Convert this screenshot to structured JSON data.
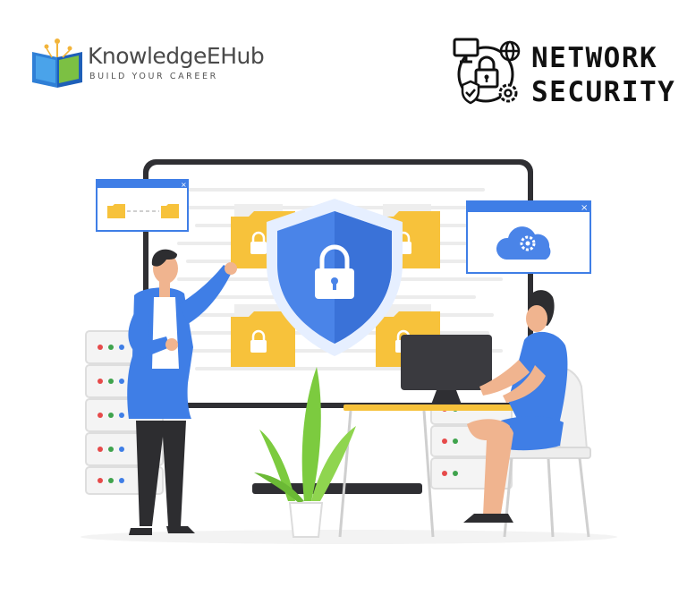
{
  "brand": {
    "name": "KnowledgeEHub",
    "tagline": "BUILD YOUR CAREER"
  },
  "topic": {
    "line1": "NETWORK",
    "line2": "SECURITY"
  },
  "colors": {
    "primary_blue": "#3f7ee6",
    "folder_yellow": "#f7c23b",
    "shield_blue": "#4a84e8",
    "plant_green": "#7ccb3f",
    "dark_text": "#111111",
    "skin": "#f0b48f"
  },
  "icons": [
    "logo-book-icon",
    "monitor-icon",
    "globe-icon",
    "padlock-icon",
    "shield-check-icon",
    "gear-icon",
    "cloud-gear-icon",
    "folder-lock-icon",
    "security-shield-icon"
  ]
}
